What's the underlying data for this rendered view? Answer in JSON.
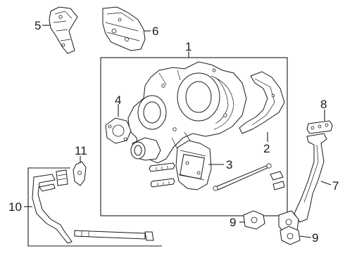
{
  "callouts": {
    "c1": "1",
    "c2": "2",
    "c3": "3",
    "c4": "4",
    "c5": "5",
    "c6": "6",
    "c7": "7",
    "c8": "8",
    "c9a": "9",
    "c9b": "9",
    "c10": "10",
    "c11": "11"
  }
}
